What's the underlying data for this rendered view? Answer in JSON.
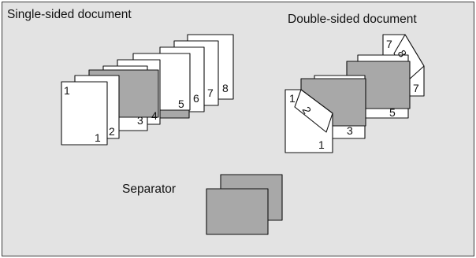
{
  "labels": {
    "single": "Single-sided document",
    "double": "Double-sided document",
    "separator": "Separator"
  },
  "single_sided": {
    "page_numbers": [
      "1",
      "1",
      "2",
      "3",
      "4",
      "5",
      "6",
      "7",
      "8"
    ]
  },
  "double_sided": {
    "page_numbers": [
      "1",
      "2",
      "1",
      "3",
      "5",
      "7",
      "7",
      "8"
    ]
  },
  "colors": {
    "panel": "#e3e3e3",
    "sheet": "#ffffff",
    "separator": "#a8a8a8",
    "outline": "#111111"
  }
}
